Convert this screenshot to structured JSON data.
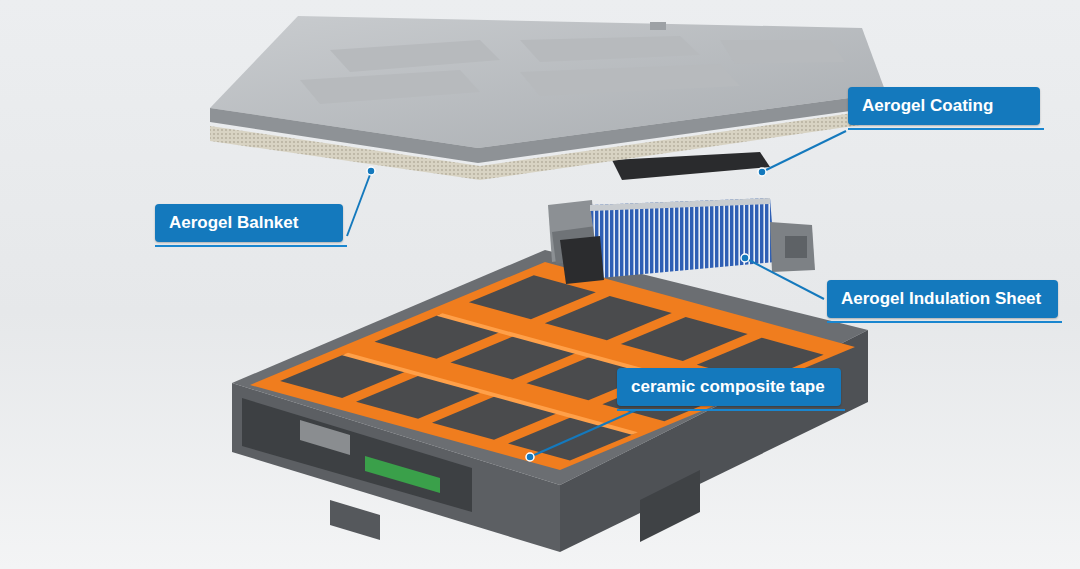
{
  "diagram": {
    "nodes": [
      {
        "text": [
          "Aerogel Coating"
        ]
      },
      {
        "text": [
          "Aerogel Balnket"
        ]
      },
      {
        "text": [
          "Aerogel Indulation Sheet"
        ]
      },
      {
        "text": [
          "ceramic composite tape"
        ]
      }
    ]
  }
}
